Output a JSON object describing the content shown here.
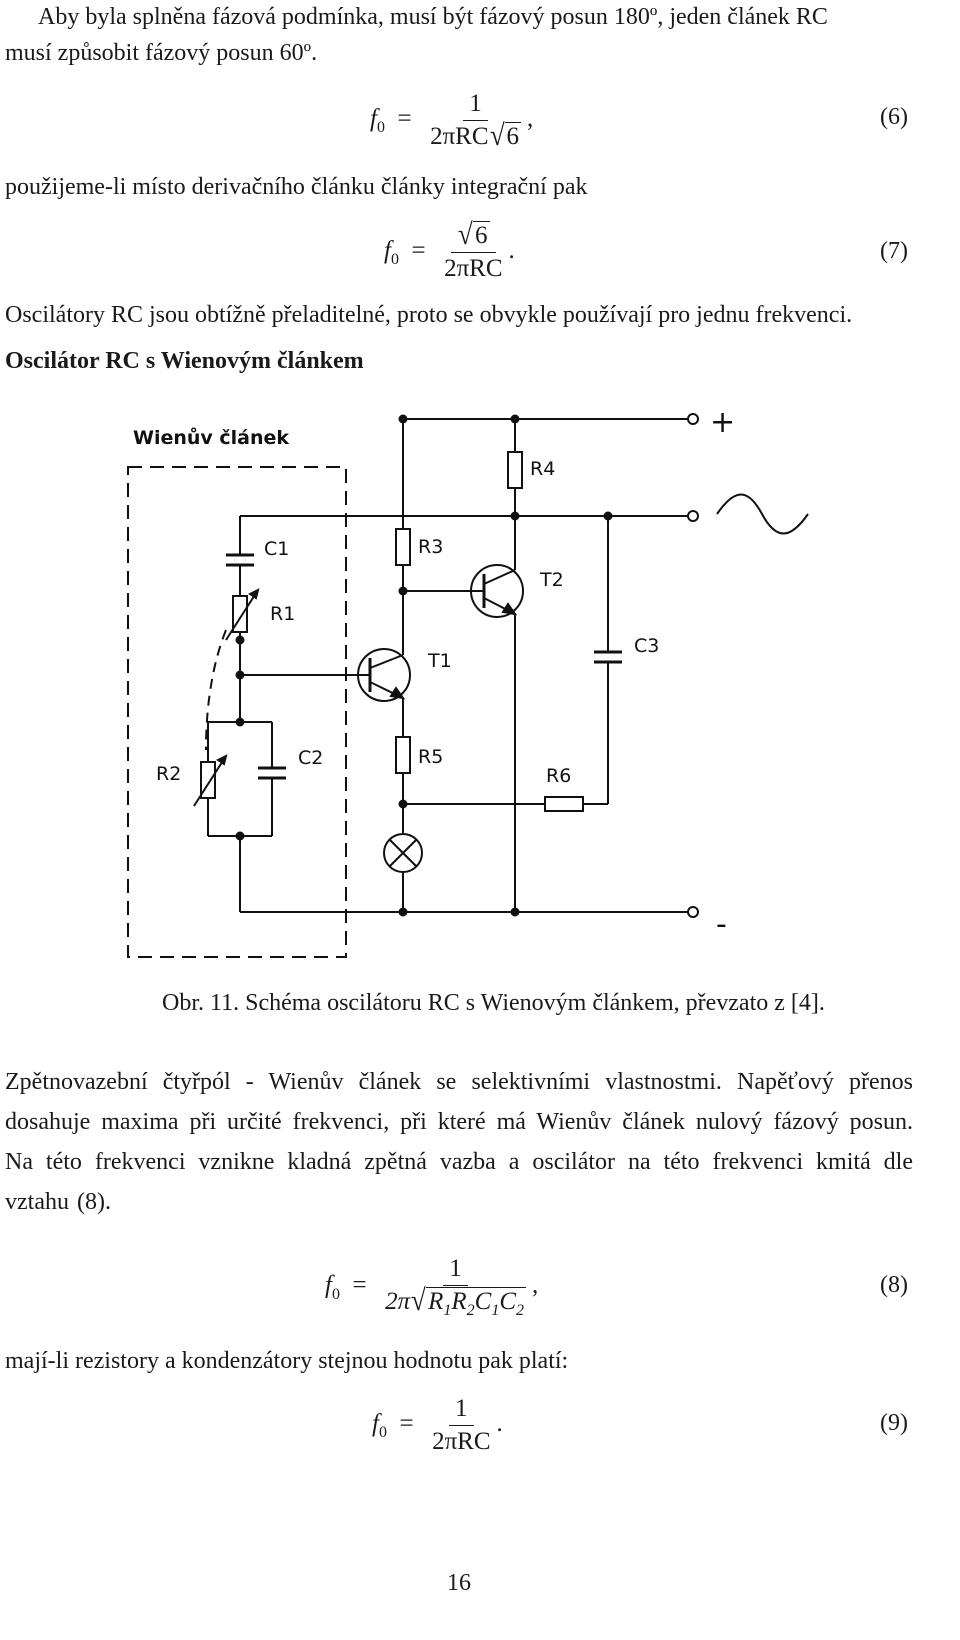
{
  "intro": {
    "line1": "Aby byla splněna fázová podmínka, musí být fázový posun 180º, jeden článek RC",
    "line2": "musí způsobit fázový posun 60º."
  },
  "eq6": {
    "lhs": "f",
    "lhs_sub": "0",
    "num": "1",
    "den_a": "2πRC",
    "den_b": "6",
    "punct": ",",
    "number": "(6)"
  },
  "integ_text": "použijeme-li místo derivačního článku články integrační pak",
  "eq7": {
    "lhs": "f",
    "lhs_sub": "0",
    "num": "6",
    "den": "2πRC",
    "punct": ".",
    "number": "(7)"
  },
  "rc_note": "Oscilátory RC jsou obtížně přeladitelné, proto se obvykle používají pro jednu frekvenci.",
  "section_heading": "Oscilátor RC s Wienovým článkem",
  "figure": {
    "frame_label": "Wienův článek",
    "plus": "+",
    "minus": "-",
    "components": [
      "R4",
      "R3",
      "T2",
      "C1",
      "R1",
      "T1",
      "C3",
      "R2",
      "C2",
      "R5",
      "R6"
    ]
  },
  "caption": "Obr. 11. Schéma oscilátoru RC s Wienovým článkem, převzato z [4].",
  "paragraph": "Zpětnovazební čtyřpól - Wienův článek se selektivními vlastnostmi. Napěťový přenos dosahuje maxima při určité frekvenci, při které má Wienův článek nulový fázový posun. Na této frekvenci vznikne kladná zpětná vazba a oscilátor na této frekvenci kmitá dle vztahu (8).",
  "eq8": {
    "lhs": "f",
    "lhs_sub": "0",
    "num": "1",
    "den_a": "2π",
    "r1": "R",
    "r1s": "1",
    "r2": "R",
    "r2s": "2",
    "c1": "C",
    "c1s": "1",
    "c2": "C",
    "c2s": "2",
    "punct": ",",
    "number": "(8)"
  },
  "same_values_text": "mají-li rezistory a kondenzátory stejnou hodnotu pak platí:",
  "eq9": {
    "lhs": "f",
    "lhs_sub": "0",
    "num": "1",
    "den": "2πRC",
    "punct": ".",
    "number": "(9)"
  },
  "page_number": "16"
}
